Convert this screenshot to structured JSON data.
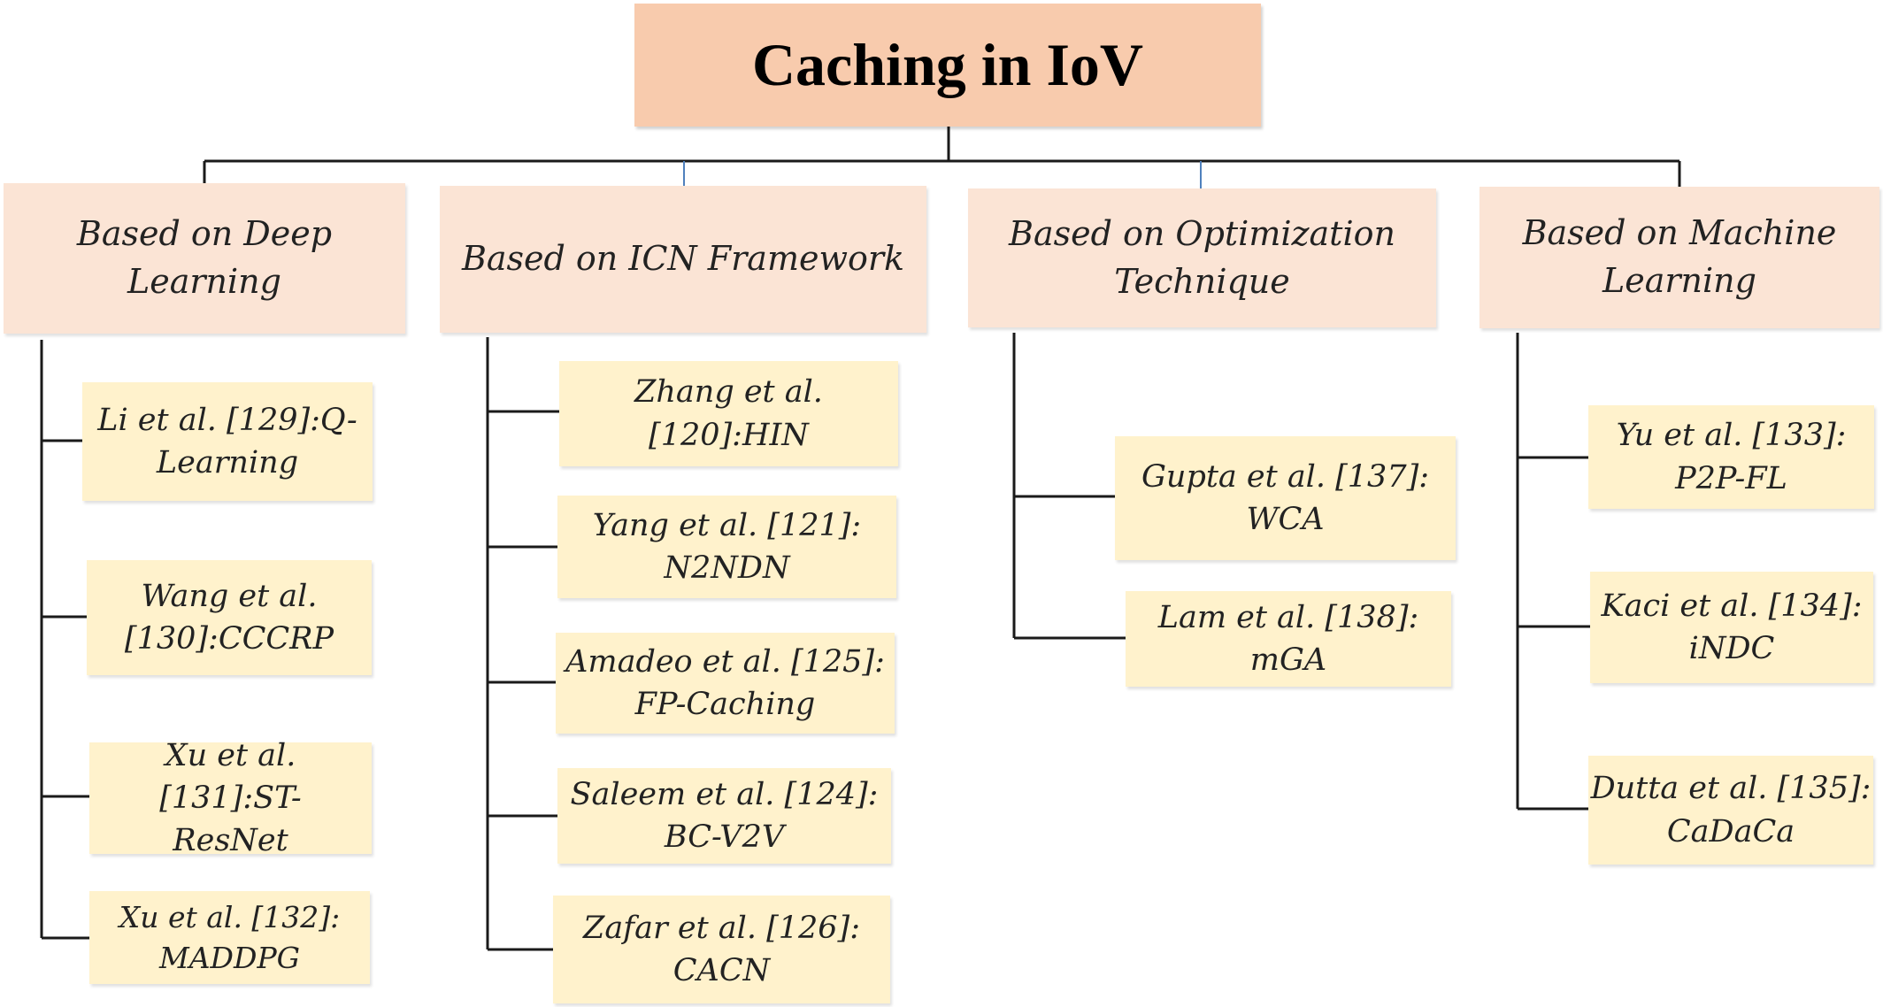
{
  "root": {
    "title": "Caching in IoV"
  },
  "categories": [
    {
      "line1": "Based on Deep",
      "line2": "Learning",
      "items": [
        {
          "line1": "Li et al. [129]:Q-",
          "line2": "Learning"
        },
        {
          "line1": "Wang et al.",
          "line2": "[130]:CCCRP"
        },
        {
          "line1": "Xu et al. [131]:ST-",
          "line2": "ResNet"
        },
        {
          "line1": "Xu et al. [132]:",
          "line2": "MADDPG"
        }
      ]
    },
    {
      "line1": "Based on ICN Framework",
      "line2": "",
      "items": [
        {
          "line1": "Zhang et al.",
          "line2": "[120]:HIN"
        },
        {
          "line1": "Yang et al. [121]:",
          "line2": "N2NDN"
        },
        {
          "line1": "Amadeo et al. [125]:",
          "line2": "FP-Caching"
        },
        {
          "line1": "Saleem et al. [124]:",
          "line2": "BC-V2V"
        },
        {
          "line1": "Zafar et al. [126]:",
          "line2": "CACN"
        }
      ]
    },
    {
      "line1": "Based on Optimization",
      "line2": "Technique",
      "items": [
        {
          "line1": "Gupta et al. [137]:",
          "line2": "WCA"
        },
        {
          "line1": "Lam et al. [138]:",
          "line2": "mGA"
        }
      ]
    },
    {
      "line1": "Based on Machine",
      "line2": "Learning",
      "items": [
        {
          "line1": "Yu et al. [133]:",
          "line2": "P2P-FL"
        },
        {
          "line1": "Kaci et al. [134]:",
          "line2": "iNDC"
        },
        {
          "line1": "Dutta et al. [135]:",
          "line2": "CaDaCa"
        }
      ]
    }
  ],
  "colors": {
    "root_fill": "#f8cbad",
    "category_fill": "#fbe4d5",
    "leaf_fill": "#fff2cc",
    "connector": "#1a1a1a",
    "connector_accent": "#4f81bd"
  }
}
